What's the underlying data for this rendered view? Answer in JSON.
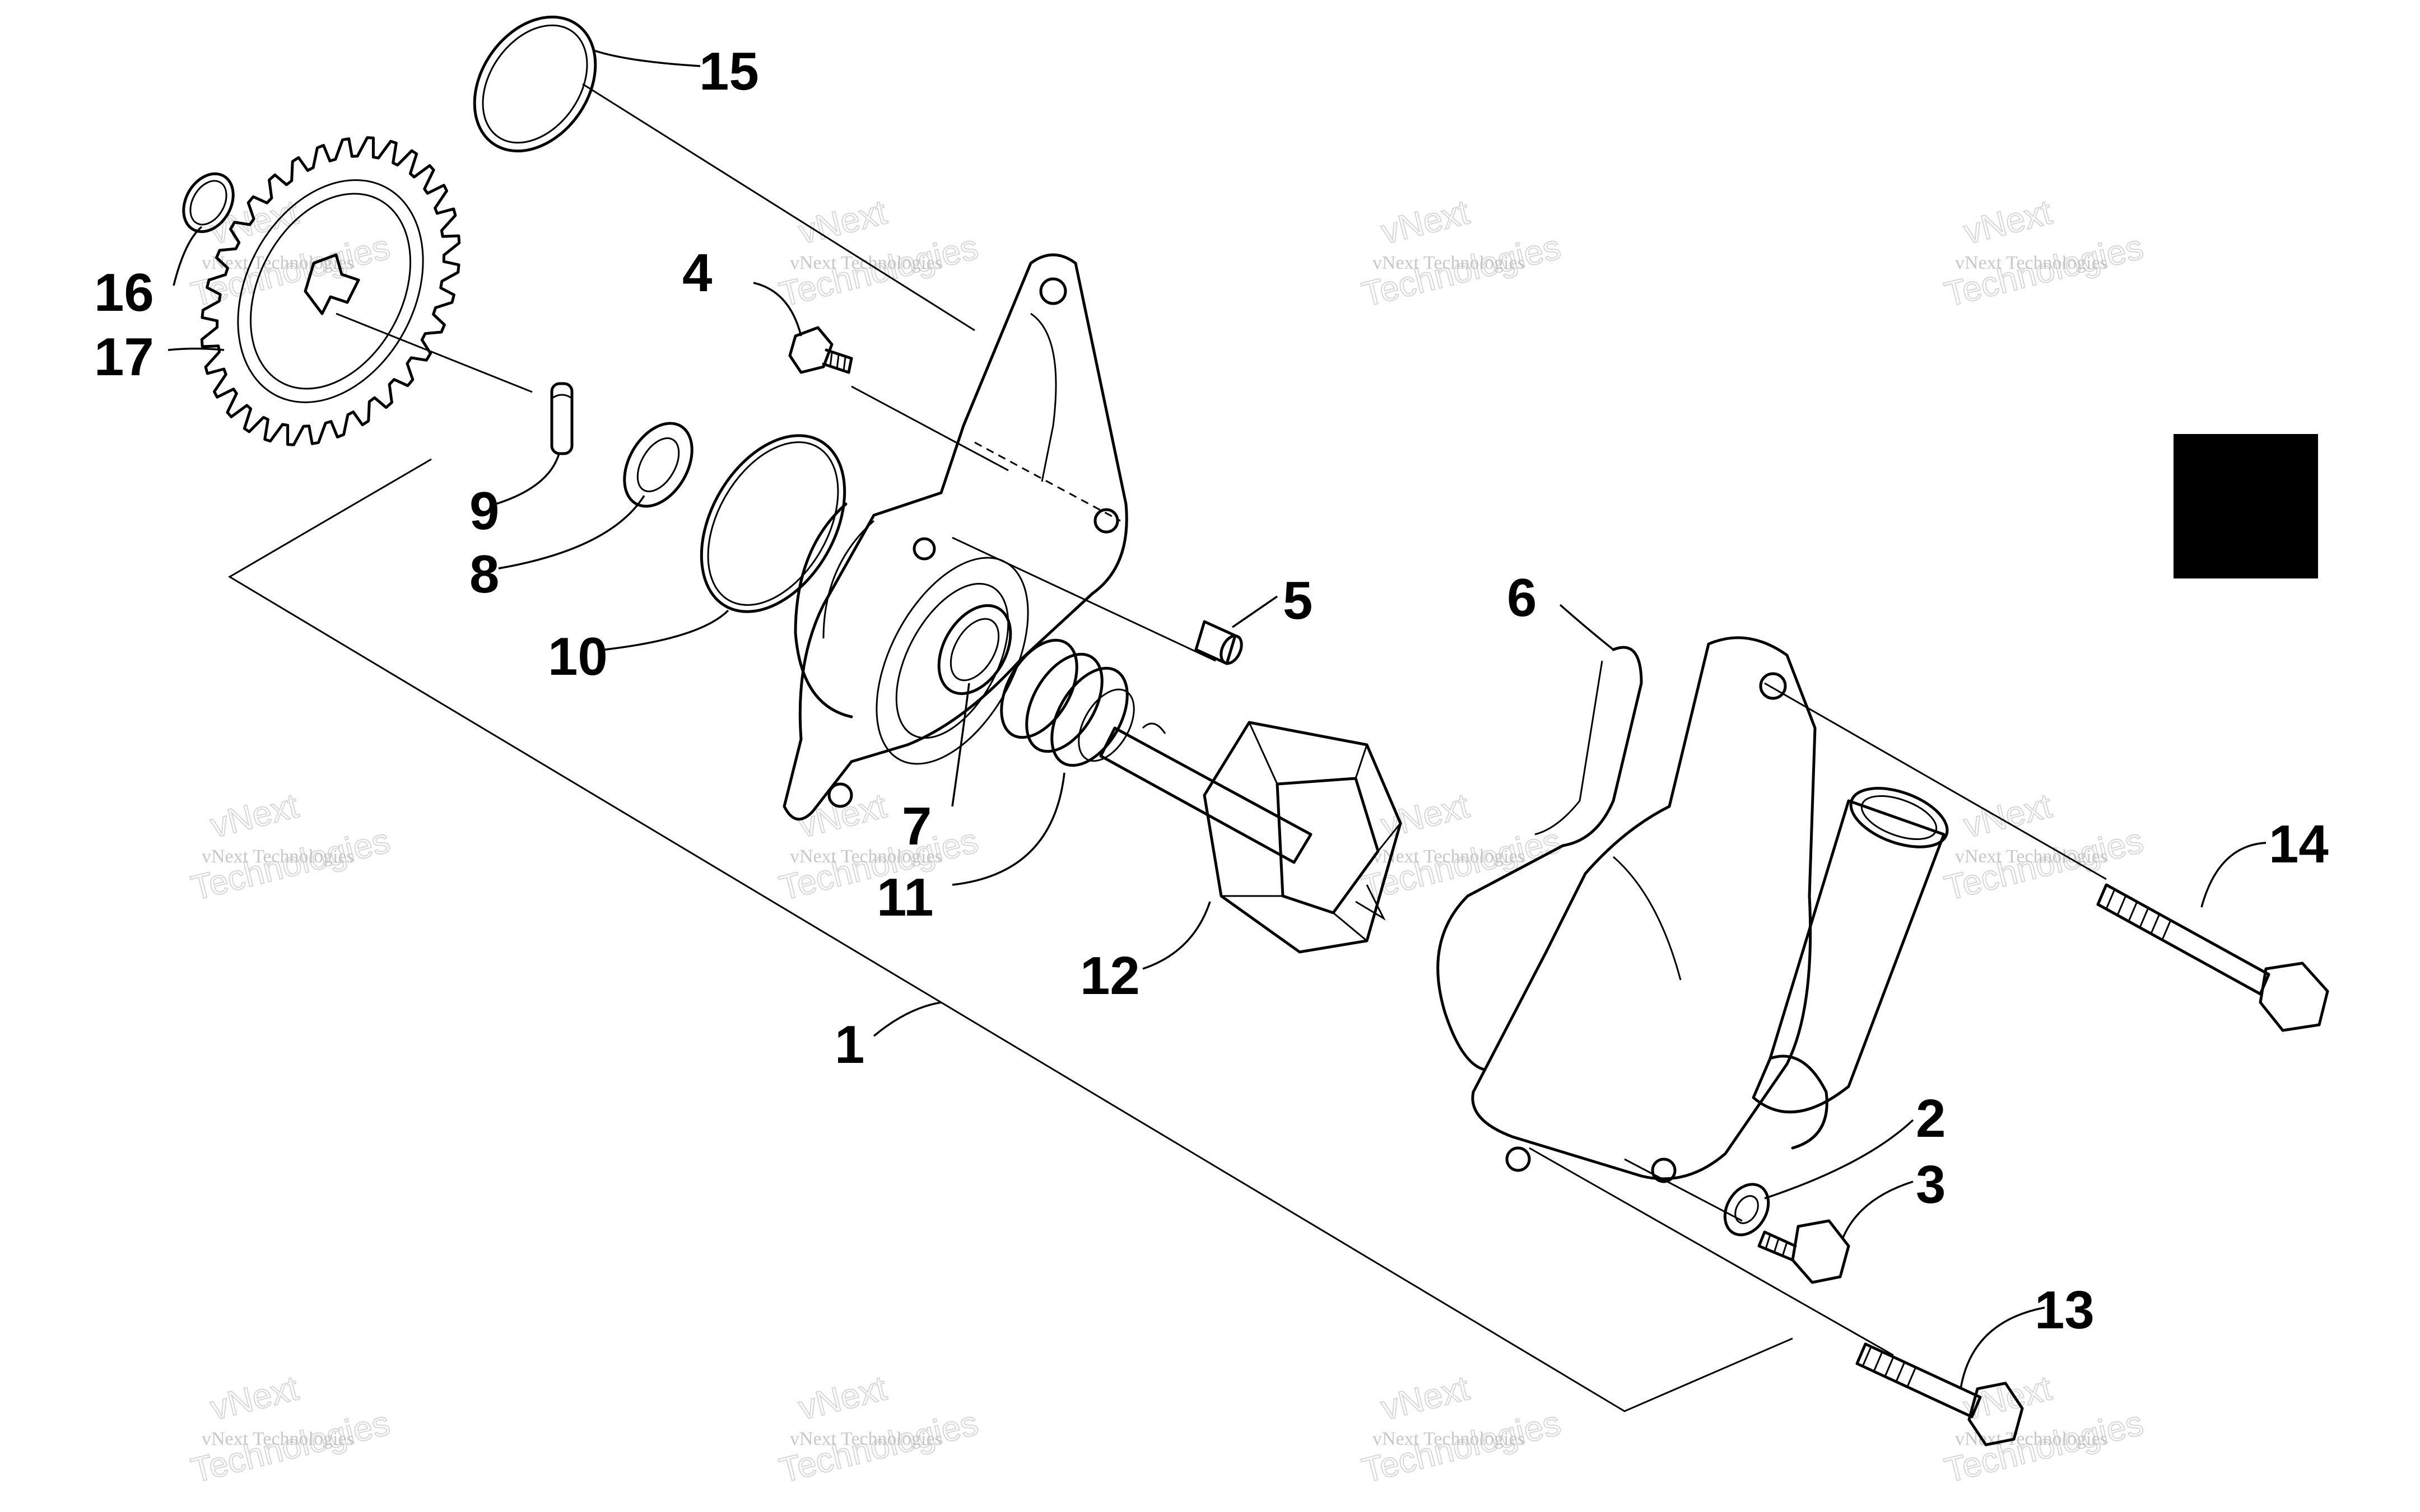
{
  "callouts": {
    "c1": "1",
    "c2": "2",
    "c3": "3",
    "c4": "4",
    "c5": "5",
    "c6": "6",
    "c7": "7",
    "c8": "8",
    "c9": "9",
    "c10": "10",
    "c11": "11",
    "c12": "12",
    "c13": "13",
    "c14": "14",
    "c15": "15",
    "c16": "16",
    "c17": "17"
  },
  "watermark": {
    "line1": "vNext Technologies",
    "line2": "vNext",
    "line3": "Technologies"
  }
}
